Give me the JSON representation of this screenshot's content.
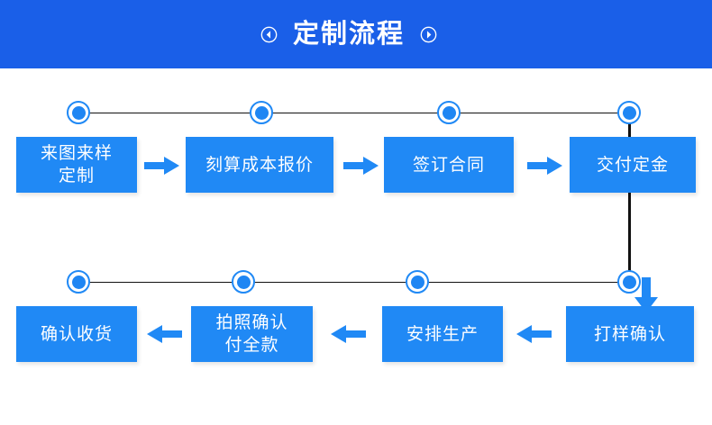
{
  "header": {
    "title": "定制流程",
    "left_icon": "circled-chevron-left-icon",
    "right_icon": "circled-chevron-right-icon",
    "background_color": "#1a5fe8",
    "text_color": "#ffffff"
  },
  "theme": {
    "box_color": "#2089f5",
    "node_fill": "#1f86f3",
    "node_ring": "#2089f5",
    "line_color": "#111111",
    "arrow_color": "#2089f5"
  },
  "flow": {
    "row1": {
      "direction": "left-to-right",
      "steps": [
        {
          "label": "来图来样\n定制",
          "node": "step-node-1"
        },
        {
          "label": "刻算成本报价",
          "node": "step-node-2"
        },
        {
          "label": "签订合同",
          "node": "step-node-3"
        },
        {
          "label": "交付定金",
          "node": "step-node-4"
        }
      ],
      "connector_icon": "arrow-right-icon"
    },
    "row2": {
      "direction": "right-to-left",
      "steps": [
        {
          "label": "确认收货",
          "node": "step-node-8"
        },
        {
          "label": "拍照确认\n付全款",
          "node": "step-node-7"
        },
        {
          "label": "安排生产",
          "node": "step-node-6"
        },
        {
          "label": "打样确认",
          "node": "step-node-5"
        }
      ],
      "connector_icon": "arrow-left-icon"
    },
    "row_connector_icon": "arrow-down-icon"
  }
}
